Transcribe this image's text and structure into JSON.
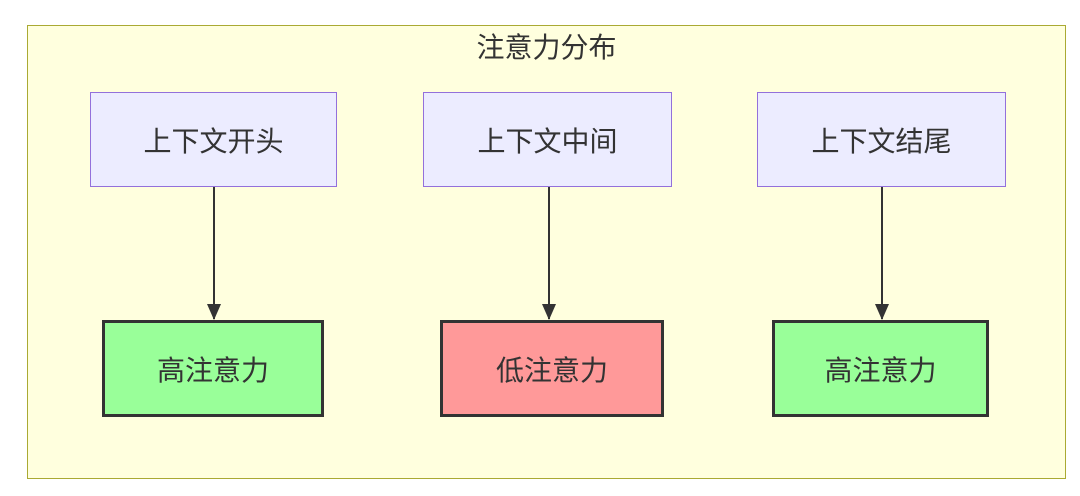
{
  "diagram": {
    "title": "注意力分布",
    "top_nodes": [
      {
        "label": "上下文开头"
      },
      {
        "label": "上下文中间"
      },
      {
        "label": "上下文结尾"
      }
    ],
    "bottom_nodes": [
      {
        "label": "高注意力",
        "level": "high"
      },
      {
        "label": "低注意力",
        "level": "low"
      },
      {
        "label": "高注意力",
        "level": "high"
      }
    ],
    "edges": [
      {
        "from": "上下文开头",
        "to": "高注意力"
      },
      {
        "from": "上下文中间",
        "to": "低注意力"
      },
      {
        "from": "上下文结尾",
        "to": "高注意力"
      }
    ],
    "colors": {
      "container_bg": "#ffffde",
      "container_border": "#aaaa33",
      "top_node_bg": "#ececff",
      "top_node_border": "#9370db",
      "high_attention_bg": "#99ff99",
      "low_attention_bg": "#ff9999",
      "dark_node_border": "#333333",
      "arrow": "#333333",
      "text": "#333333"
    }
  }
}
